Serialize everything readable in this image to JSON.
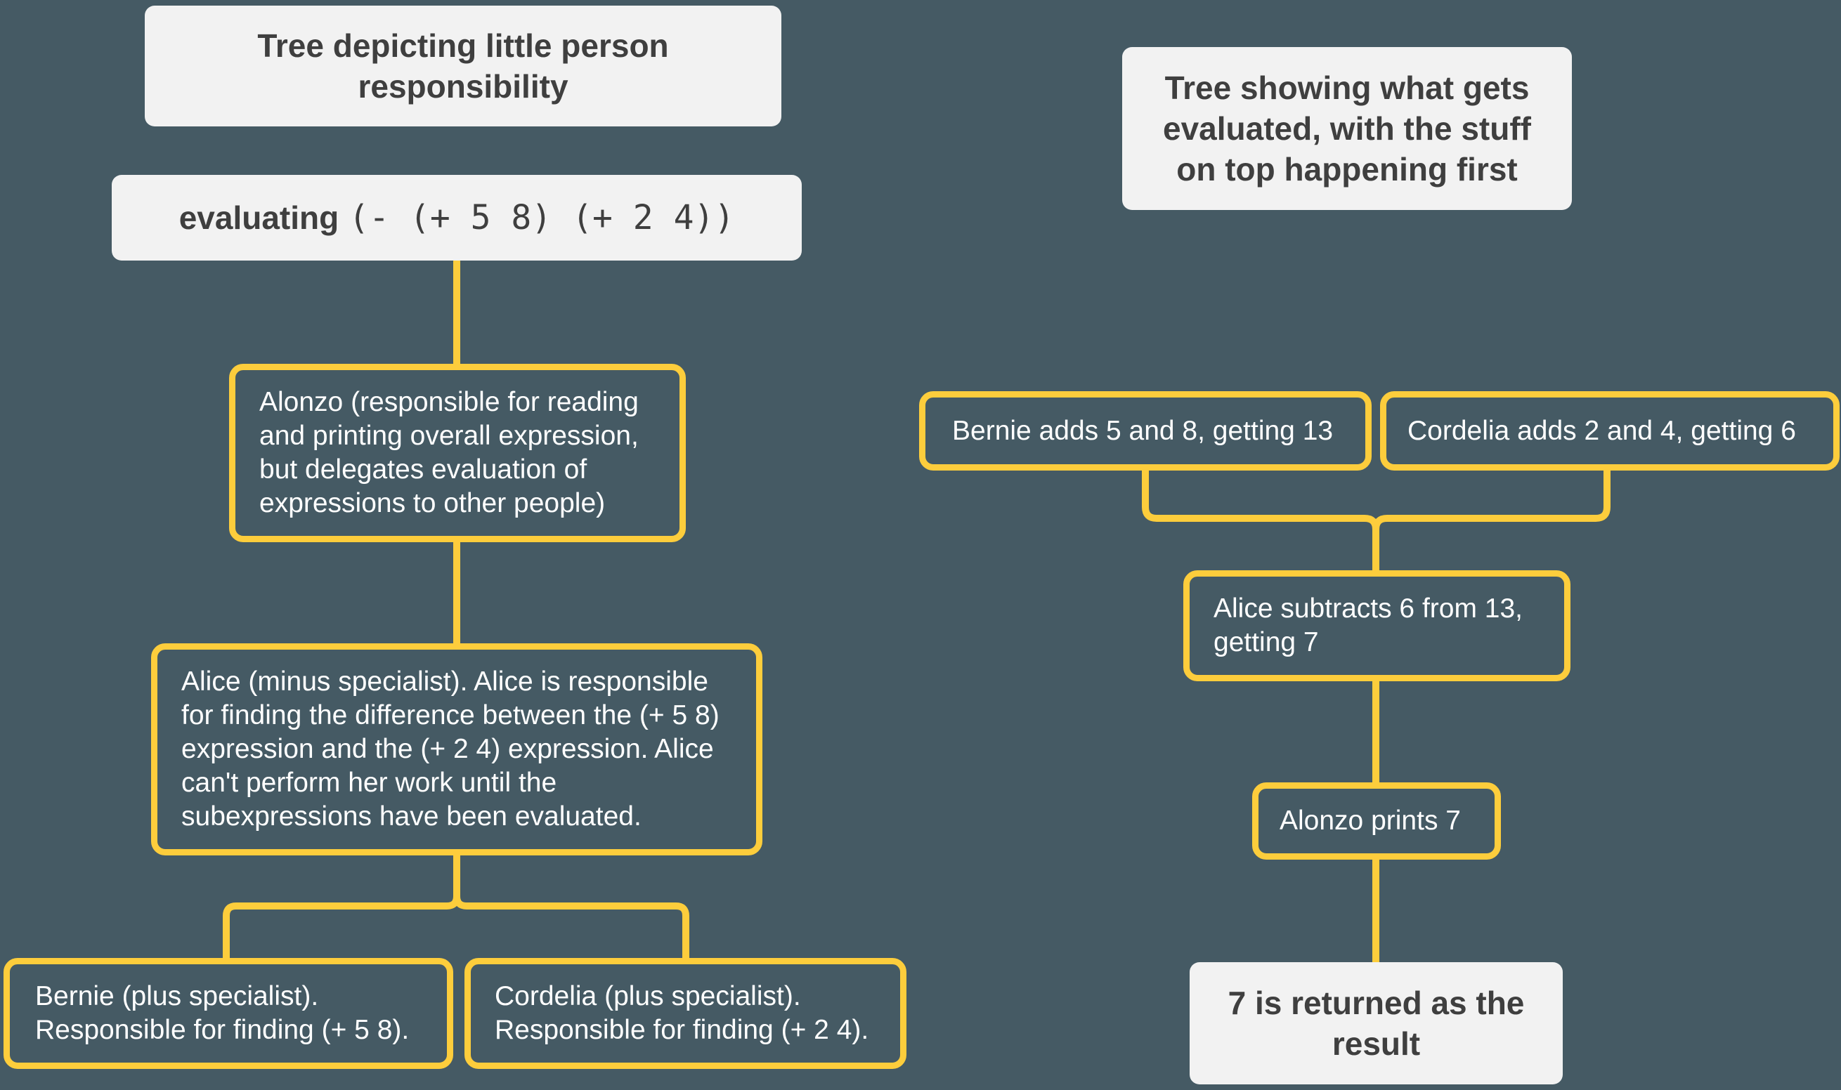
{
  "left_tree": {
    "title": "Tree depicting little person responsibility",
    "expression_prefix": "evaluating",
    "expression_code": "(- (+ 5 8) (+ 2 4))",
    "nodes": {
      "alonzo": "Alonzo (responsible for reading and printing overall expression, but delegates evaluation of expressions to other people)",
      "alice": "Alice (minus specialist). Alice is responsible for finding the difference between the (+ 5 8) expression and the (+ 2 4) expression. Alice can't perform her work until the subexpressions have been evaluated.",
      "bernie": "Bernie (plus specialist). Responsible for finding (+ 5 8).",
      "cordelia": "Cordelia (plus specialist). Responsible for finding (+ 2 4)."
    }
  },
  "right_tree": {
    "title": "Tree showing what gets evaluated, with the stuff on top happening first",
    "nodes": {
      "bernie": "Bernie adds 5 and 8, getting 13",
      "cordelia": "Cordelia adds 2 and 4, getting 6",
      "alice": "Alice subtracts 6 from 13, getting 7",
      "alonzo": "Alonzo prints 7"
    },
    "result": "7 is returned as the result"
  },
  "colors": {
    "background": "#455a64",
    "border": "#fdcd3c",
    "label_box": "#f2f2f2"
  }
}
